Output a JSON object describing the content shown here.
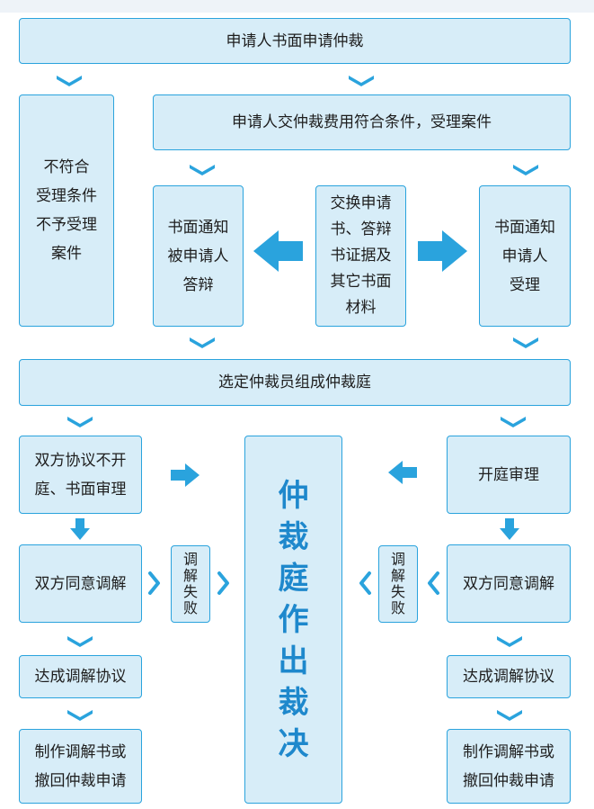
{
  "nodes": {
    "apply": "申请人书面申请仲裁",
    "reject": "不符合\n受理条件\n不予受理\n案件",
    "accept": "申请人交仲裁费用符合条件，受理案件",
    "notify_respondent": "书面通知\n被申请人\n答辩",
    "exchange": "交换申请\n书、答辩\n书证据及\n其它书面\n材料",
    "notify_applicant": "书面通知\n申请人\n受理",
    "tribunal": "选定仲裁员组成仲裁庭",
    "no_hearing": "双方协议不开\n庭、书面审理",
    "hearing": "开庭审理",
    "award": "仲裁庭作出裁决",
    "left_mediation": "双方同意调解",
    "right_mediation": "双方同意调解",
    "left_fail": "调解失败",
    "right_fail": "调解失败",
    "left_agreement": "达成调解协议",
    "right_agreement": "达成调解协议",
    "left_final": "制作调解书或\n撤回仲裁申请",
    "right_final": "制作调解书或\n撤回仲裁申请"
  },
  "colors": {
    "accent": "#2aa3dd",
    "box_fill": "#d7edf8",
    "award_text": "#1e88cc"
  }
}
